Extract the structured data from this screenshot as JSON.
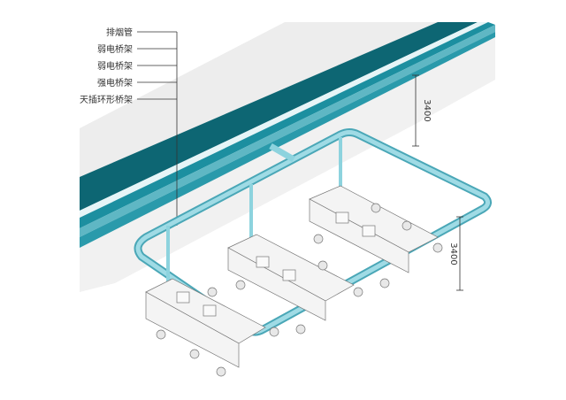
{
  "labels": [
    "排烟管",
    "弱电桥架",
    "弱电桥架",
    "强电桥架",
    "天插环形桥架"
  ],
  "dimensions": {
    "upper": "3400",
    "lower": "3400"
  },
  "colors": {
    "duct_dark": "#0d6673",
    "duct_mid": "#1c8fa0",
    "tray_light": "#8dd3de",
    "wall": "#ececec"
  }
}
